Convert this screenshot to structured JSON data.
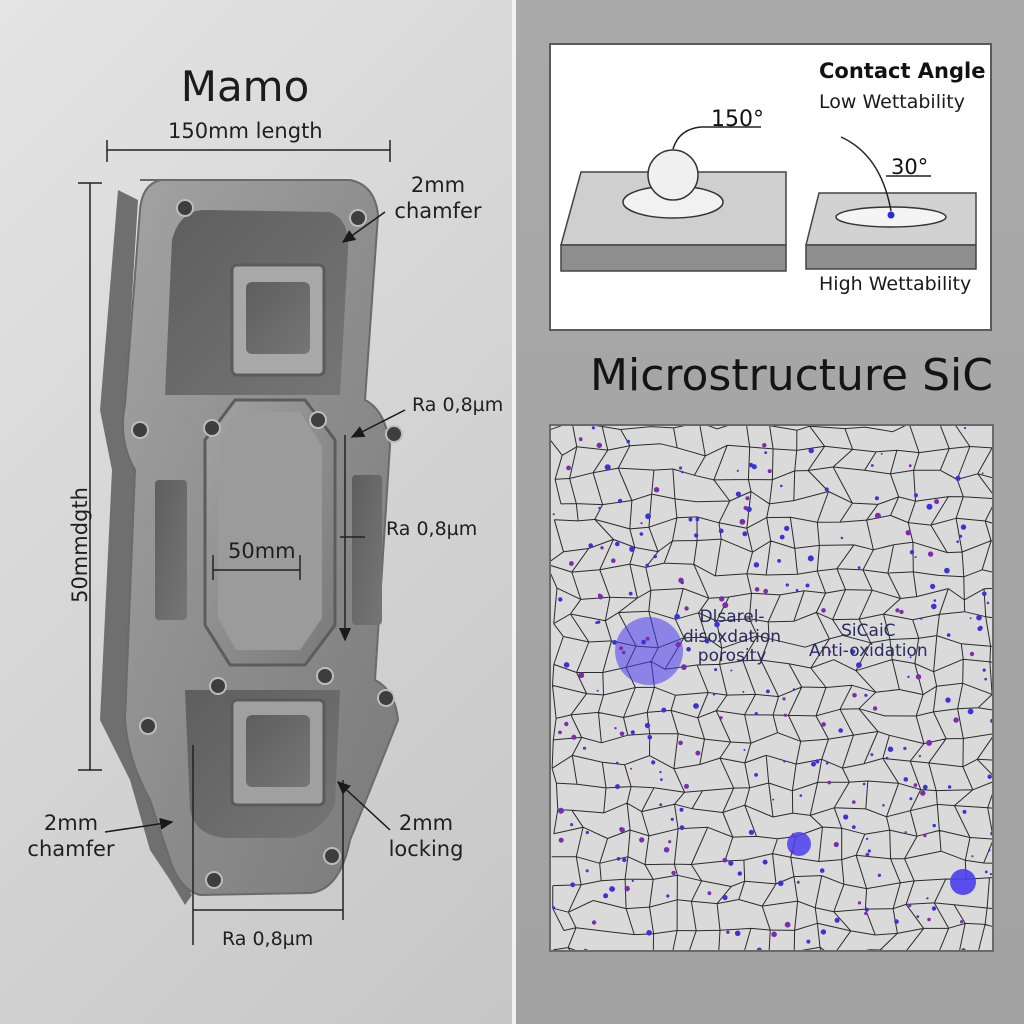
{
  "left_panel": {
    "title": "Mamo",
    "length_label": "150mm length",
    "height_label": "50mmdgth",
    "inner_width_label": "50mm",
    "chamfer_top_label": "2mm\nchamfer",
    "roughness_label_1": "Ra 0,8µm",
    "roughness_label_2": "Ra 0,8µm",
    "roughness_label_bottom": "Ra 0,8µm",
    "chamfer_bottom_label": "2mm\nchamfer",
    "locking_label": "2mm\nlocking"
  },
  "contact_angle": {
    "title": "Contact Angle",
    "low_label": "Low Wettability",
    "angle_high": "150°",
    "angle_low": "30°",
    "high_label": "High Wettability"
  },
  "microstructure": {
    "title": "Microstructure SiC",
    "label_porosity": "Dlsarel-\ndisoxdation\nporosity",
    "label_antiox": "SiCaiC\nAnti-oxidation"
  },
  "colors": {
    "part_metal": "#8c8c8c",
    "pore_blue": "#4a3df0",
    "grain_line": "#2a2a2a"
  }
}
